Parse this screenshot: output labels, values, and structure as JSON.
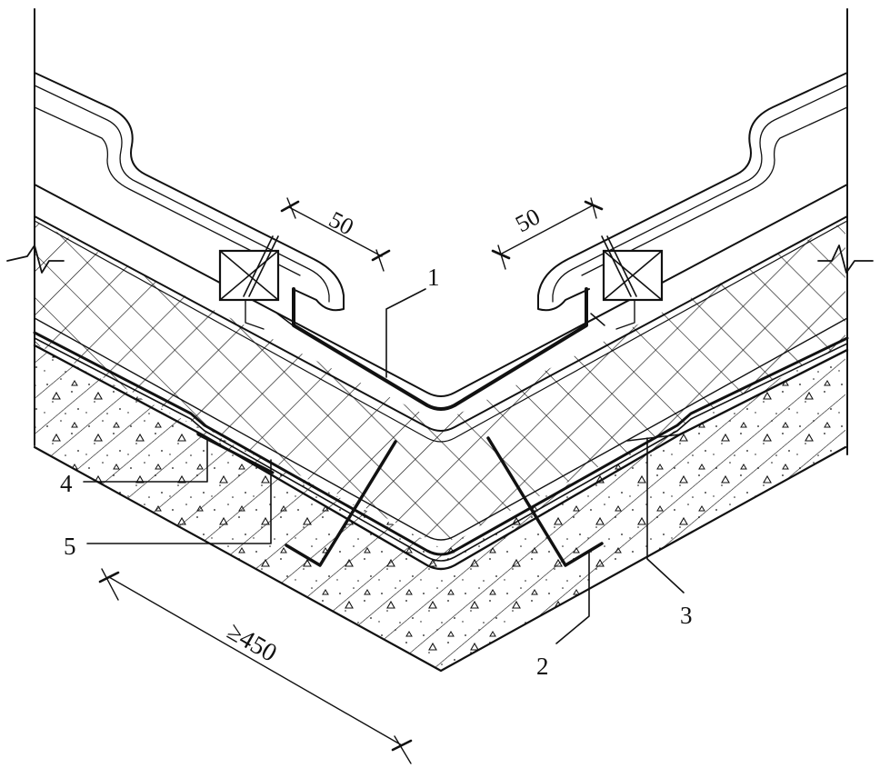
{
  "labels": {
    "callout_1": "1",
    "callout_2": "2",
    "callout_3": "3",
    "callout_4": "4",
    "callout_5": "5"
  },
  "dimensions": {
    "left_lap": "50",
    "right_lap": "50",
    "extension": "≥450"
  },
  "colors": {
    "ink": "#111111",
    "background": "#ffffff"
  }
}
